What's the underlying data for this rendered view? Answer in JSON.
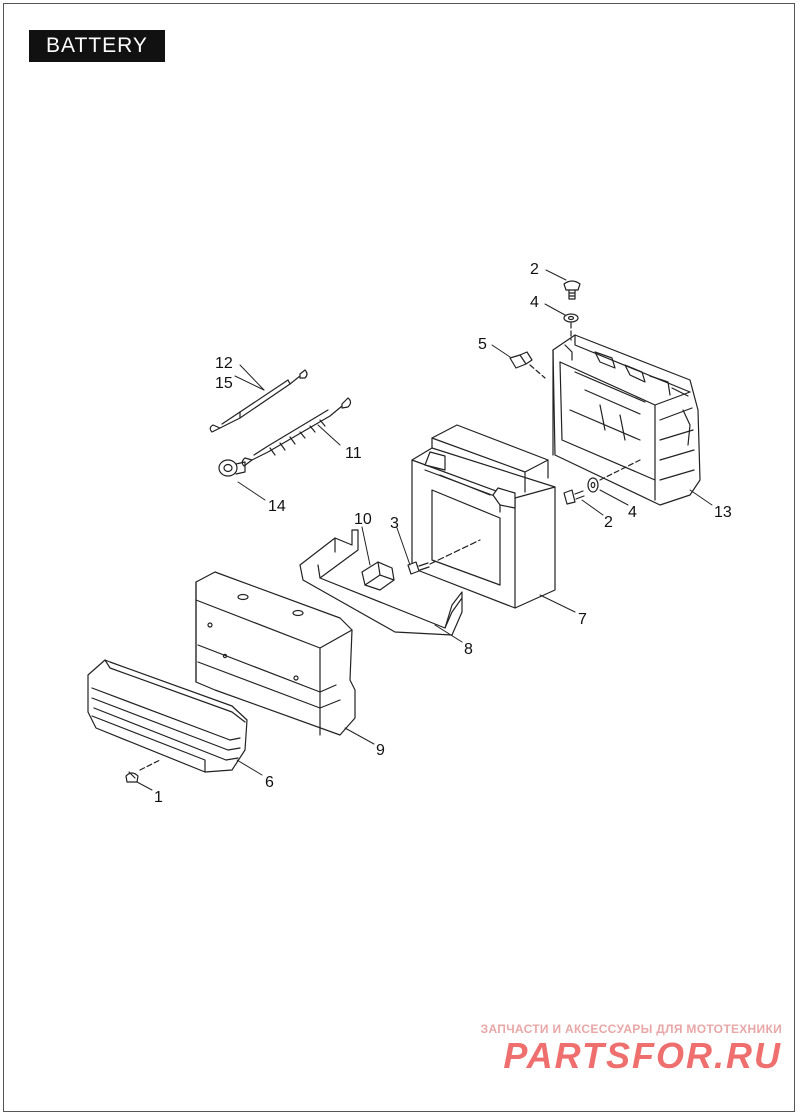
{
  "header": {
    "title": "BATTERY"
  },
  "callouts": [
    {
      "id": "c2a",
      "text": "2"
    },
    {
      "id": "c4a",
      "text": "4"
    },
    {
      "id": "c5",
      "text": "5"
    },
    {
      "id": "c12",
      "text": "12"
    },
    {
      "id": "c15",
      "text": "15"
    },
    {
      "id": "c11",
      "text": "11"
    },
    {
      "id": "c14",
      "text": "14"
    },
    {
      "id": "c2b",
      "text": "2"
    },
    {
      "id": "c4b",
      "text": "4"
    },
    {
      "id": "c13",
      "text": "13"
    },
    {
      "id": "c10",
      "text": "10"
    },
    {
      "id": "c3",
      "text": "3"
    },
    {
      "id": "c7",
      "text": "7"
    },
    {
      "id": "c8",
      "text": "8"
    },
    {
      "id": "c9",
      "text": "9"
    },
    {
      "id": "c6",
      "text": "6"
    },
    {
      "id": "c1",
      "text": "1"
    }
  ],
  "watermark": {
    "line1": "ЗАПЧАСТИ И АКСЕССУАРЫ ДЛЯ МОТОТЕХНИКИ",
    "line2": "PARTSFOR.RU"
  }
}
